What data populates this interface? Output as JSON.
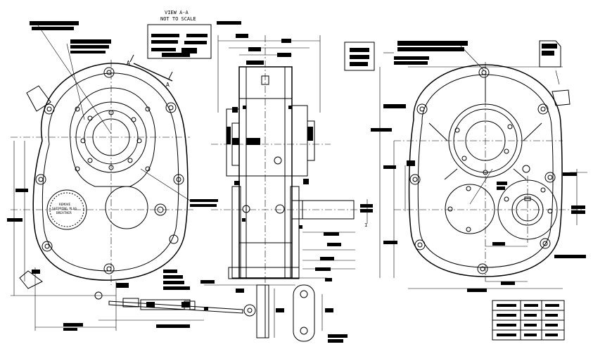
{
  "drawing": {
    "title": "",
    "background": "#ffffff",
    "ink": "#000000",
    "callout_marker": "A",
    "view_callout": {
      "line1": "VIEW A-A",
      "line2": "NOT TO SCALE"
    },
    "breather_label": {
      "line1": "REMOVE",
      "line2": "SHIPPING PLUG",
      "line3": "BREATHER"
    },
    "shaft_marker_right": "1"
  }
}
